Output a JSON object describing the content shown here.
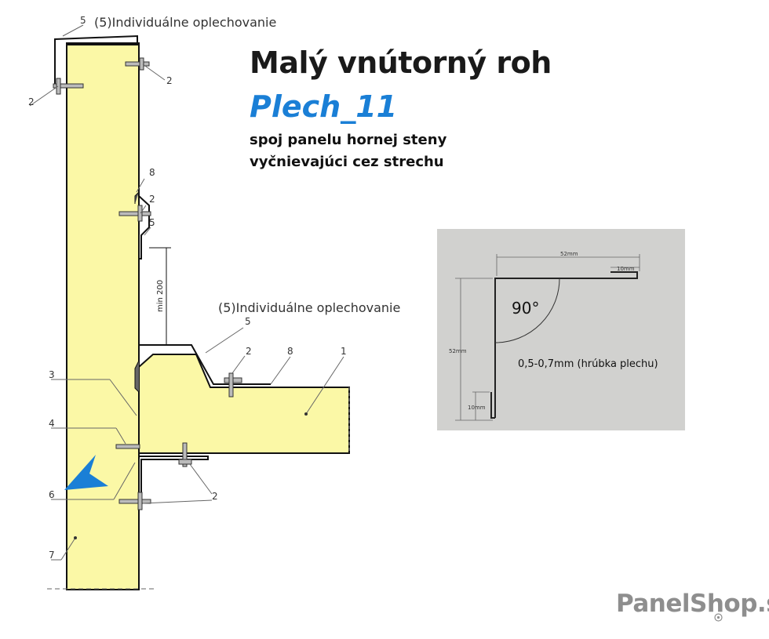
{
  "title": "Malý vnútorný roh",
  "subtitle": "Plech_11",
  "description": [
    "spoj panelu hornej steny",
    "vyčnievajúci cez strechu"
  ],
  "callouts": {
    "top_flashing": "(5)Individuálne oplechovanie",
    "mid_flashing": "(5)Individuálne oplechovanie"
  },
  "part_numbers": {
    "p5_top": "5",
    "p2_top_right": "2",
    "p2_top_left": "2",
    "p8_mid": "8",
    "p2_mid": "2",
    "p5_mid": "5",
    "p5_roof": "5",
    "p2_roof": "2",
    "p8_roof": "8",
    "p1_roof": "1",
    "p3": "3",
    "p4": "4",
    "p6": "6",
    "p7": "7",
    "p2_bottom": "2"
  },
  "dimension_min": "min 200",
  "profile": {
    "width_label": "52mm",
    "hem_top_label": "10mm",
    "height_label": "52mm",
    "hem_bottom_label": "10mm",
    "angle_label": "90°",
    "thickness_label": "0,5-0,7mm (hrúbka plechu)"
  },
  "brand": {
    "name": "PanelShop",
    "tld": ".sk"
  },
  "colors": {
    "panel_fill": "#fbf8a6",
    "accent_blue": "#1a7fd6",
    "profile_bg": "#d1d1cf",
    "brand_gray": "#8e8e8e"
  },
  "icons": [
    "arrow-pointer-icon",
    "brand-mark-icon"
  ]
}
